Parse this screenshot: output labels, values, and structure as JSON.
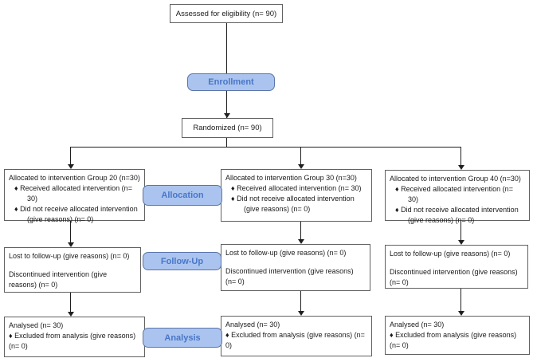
{
  "bullet": "♦",
  "boxes": {
    "assessed": "Assessed for eligibility (n= 90)",
    "randomized": "Randomized (n= 90)"
  },
  "stages": {
    "enrollment": "Enrollment",
    "allocation": "Allocation",
    "followup": "Follow-Up",
    "analysis": "Analysis"
  },
  "groups": [
    {
      "allocation": {
        "title": "Allocated to intervention Group 20 (n=30)",
        "received": "Received allocated intervention (n= 30)",
        "not_received": "Did not receive allocated intervention (give reasons) (n= 0)"
      },
      "followup": {
        "lost": "Lost to follow-up (give reasons) (n= 0)",
        "discontinued": "Discontinued intervention (give reasons) (n= 0)"
      },
      "analysis": {
        "title": "Analysed (n= 30)",
        "excluded": "Excluded from analysis (give reasons) (n= 0)"
      }
    },
    {
      "allocation": {
        "title": "Allocated to intervention Group 30 (n=30)",
        "received": "Received allocated intervention (n= 30)",
        "not_received": "Did not receive allocated intervention (give reasons) (n= 0)"
      },
      "followup": {
        "lost": "Lost to follow-up (give reasons) (n= 0)",
        "discontinued": "Discontinued intervention (give reasons) (n= 0)"
      },
      "analysis": {
        "title": "Analysed (n= 30)",
        "excluded": "Excluded from analysis (give reasons) (n= 0)"
      }
    },
    {
      "allocation": {
        "title": "Allocated to intervention Group 40 (n=30)",
        "received": "Received allocated intervention (n= 30)",
        "not_received": "Did not receive allocated intervention (give reasons) (n= 0)"
      },
      "followup": {
        "lost": "Lost to follow-up (give reasons) (n= 0)",
        "discontinued": "Discontinued intervention (give reasons) (n= 0)"
      },
      "analysis": {
        "title": "Analysed (n= 30)",
        "excluded": "Excluded from analysis (give reasons) (n= 0)"
      }
    }
  ],
  "colors": {
    "stage_fill": "#abc4ef",
    "stage_border": "#5b74a9",
    "stage_text": "#4976c8",
    "box_border": "#616161",
    "line": "#1f1f1f"
  }
}
